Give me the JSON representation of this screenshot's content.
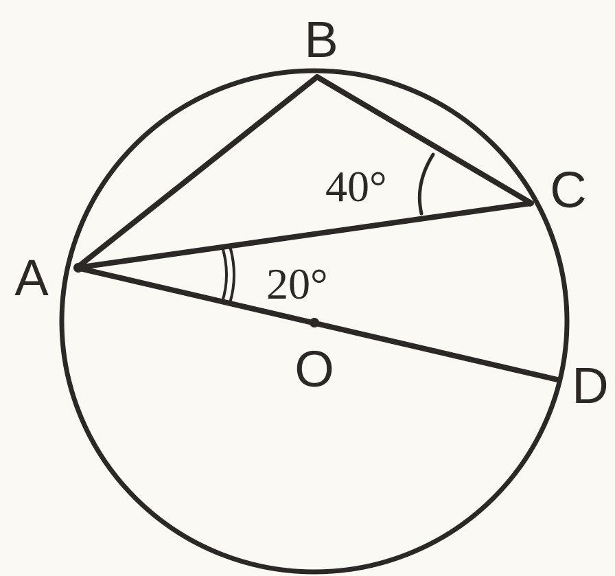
{
  "figure": {
    "points": {
      "A": "A",
      "B": "B",
      "C": "C",
      "D": "D",
      "O": "O"
    },
    "angles": {
      "bca": "40°",
      "cad": "20°"
    },
    "colors": {
      "ink": "#2c2826",
      "paper": "#fbf9f4"
    }
  }
}
